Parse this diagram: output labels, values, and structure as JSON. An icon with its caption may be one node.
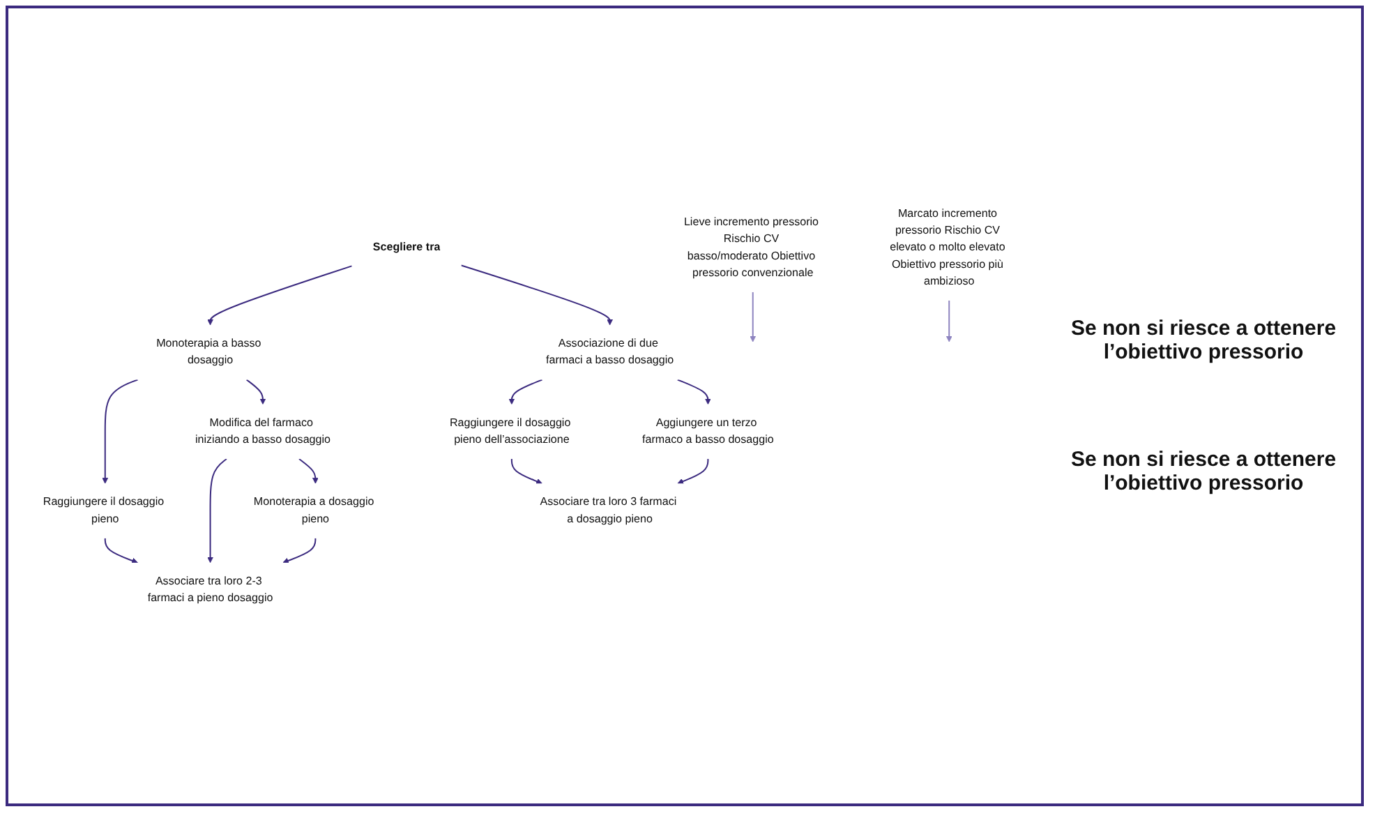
{
  "diagram": {
    "nodes": [
      {
        "text": [
          "Lieve incremento pressorio Rischio CV basso/moderato Obiettivo pressorio convenzionale"
        ]
      },
      {
        "text": [
          "Scegliere tra"
        ]
      },
      {
        "text": [
          "Marcato incremento pressorio Rischio CV elevato o molto elevato Obiettivo pressorio più ambizioso"
        ]
      },
      {
        "text": [
          "Monoterapia a basso dosaggio"
        ]
      },
      {
        "text": [
          "Associazione di due farmaci a basso dosaggio"
        ]
      },
      {
        "text": [
          "Raggiungere il dosaggio pieno"
        ]
      },
      {
        "text": [
          "Modifica del farmaco iniziando a basso dosaggio"
        ]
      },
      {
        "text": [
          "Raggiungere il dosaggio pieno dell’associazione"
        ]
      },
      {
        "text": [
          "Aggiungere un terzo farmaco a basso dosaggio"
        ]
      },
      {
        "text": [
          "Associare tra loro 2-3 farmaci a pieno dosaggio"
        ]
      },
      {
        "text": [
          "Monoterapia a dosaggio pieno"
        ]
      },
      {
        "text": [
          "Associare tra loro 3 farmaci a dosaggio pieno"
        ]
      }
    ],
    "edges": [
      {
        "from": 0,
        "to": null,
        "arrow": "to",
        "color": "#8e84c0"
      },
      {
        "from": 2,
        "to": null,
        "arrow": "to",
        "color": "#8e84c0"
      },
      {
        "from": 1,
        "to": 3,
        "arrow": "to"
      },
      {
        "from": 1,
        "to": 4,
        "arrow": "to"
      },
      {
        "from": 3,
        "to": 5,
        "arrow": "to"
      },
      {
        "from": 3,
        "to": 6,
        "arrow": "to"
      },
      {
        "from": 4,
        "to": 7,
        "arrow": "to"
      },
      {
        "from": 4,
        "to": 8,
        "arrow": "to"
      },
      {
        "from": 5,
        "to": 9,
        "arrow": "to"
      },
      {
        "from": 6,
        "to": 9,
        "arrow": "to"
      },
      {
        "from": 6,
        "to": 10,
        "arrow": "to"
      },
      {
        "from": 10,
        "to": 9,
        "arrow": "to"
      },
      {
        "from": 7,
        "to": 11,
        "arrow": "to"
      },
      {
        "from": 8,
        "to": 11,
        "arrow": "to"
      }
    ],
    "labels": [
      "Se non si riesce a ottenere l’obiettivo pressorio",
      "Se non si riesce a ottenere l’obiettivo pressorio"
    ]
  }
}
